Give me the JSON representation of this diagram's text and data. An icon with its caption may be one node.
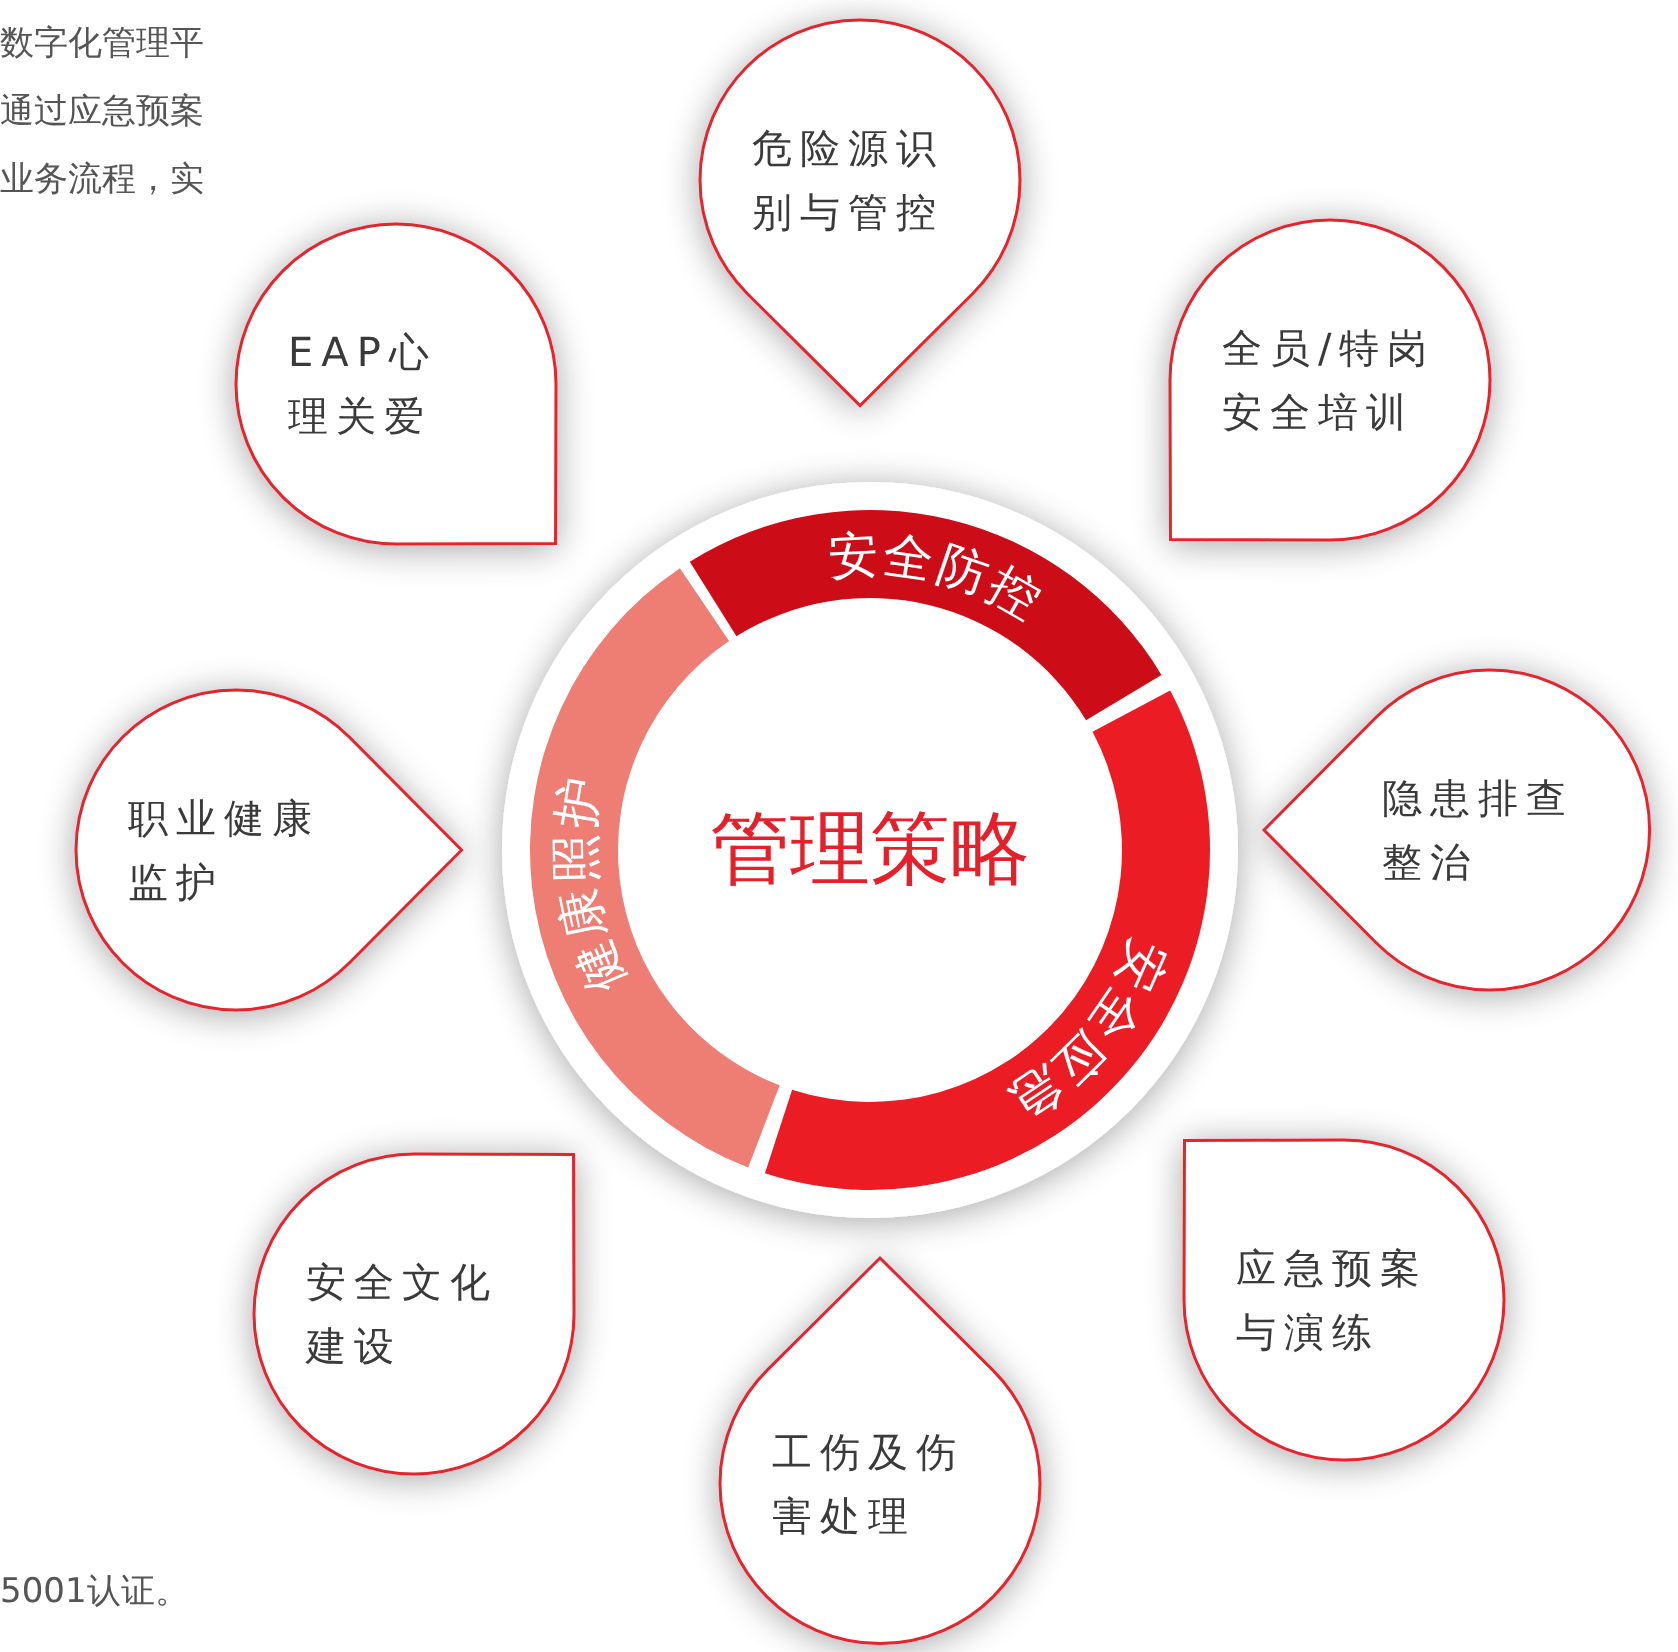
{
  "diagram": {
    "nodes": [
      {
        "text": [
          "管理策略"
        ]
      },
      {
        "text": [
          "安全防控"
        ]
      },
      {
        "text": [
          "安全应急"
        ]
      },
      {
        "text": [
          "健康照护"
        ]
      },
      {
        "text": [
          "危险源识别与管控"
        ]
      },
      {
        "text": [
          "全员/特岗安全培训"
        ]
      },
      {
        "text": [
          "隐患排查整治"
        ]
      },
      {
        "text": [
          "应急预案与演练"
        ]
      },
      {
        "text": [
          "工伤及伤害处理"
        ]
      },
      {
        "text": [
          "安全文化建设"
        ]
      },
      {
        "text": [
          "职业健康监护"
        ]
      },
      {
        "text": [
          "EAP心理关爱"
        ]
      }
    ],
    "labels": [
      "数字化管理平",
      "通过应急预案",
      "业务流程，实",
      "5001认证。"
    ]
  }
}
